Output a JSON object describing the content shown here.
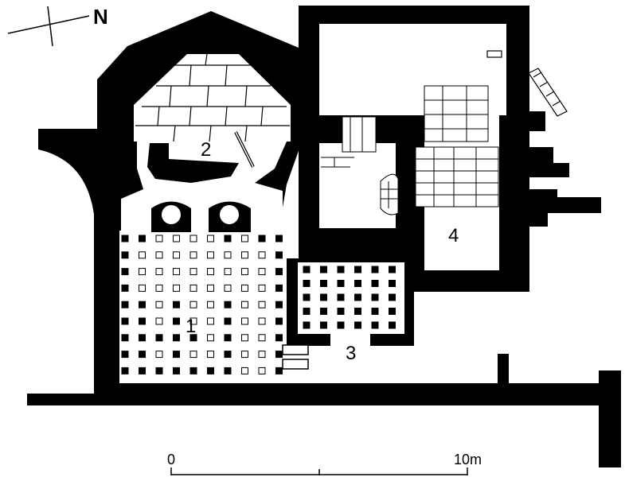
{
  "north_arrow": {
    "letter": "N"
  },
  "room_labels": [
    "1",
    "2",
    "3",
    "4"
  ],
  "scale_bar": {
    "start_label": "0",
    "end_label": "10m"
  },
  "colors": {
    "wall": "#000000",
    "background": "#ffffff",
    "pillar_open": "#ffffff"
  }
}
